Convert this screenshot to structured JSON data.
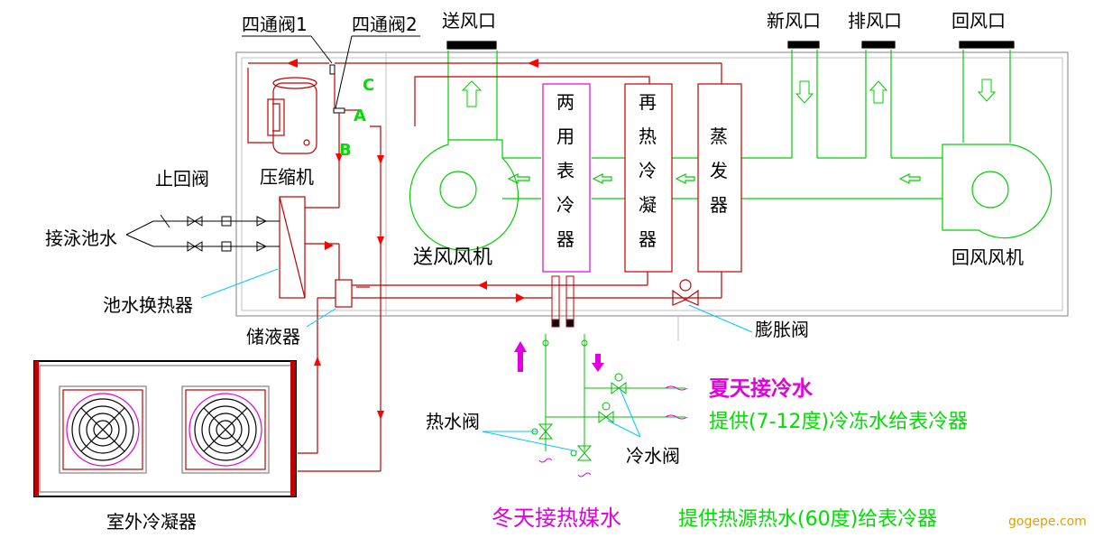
{
  "labels": {
    "valve1": "四通阀1",
    "valve2": "四通阀2",
    "supply_outlet": "送风口",
    "fresh_air_inlet": "新风口",
    "exhaust_outlet": "排风口",
    "return_inlet": "回风口",
    "port_c": "C",
    "port_a": "A",
    "port_b": "B",
    "compressor": "压缩机",
    "check_valve": "止回阀",
    "pool_water": "接泳池水",
    "pool_heat_exchanger": "池水换热器",
    "receiver": "储液器",
    "supply_fan": "送风风机",
    "return_fan": "回风风机",
    "expansion_valve": "膨胀阀",
    "dual_coil": [
      "两",
      "用",
      "表",
      "冷",
      "器"
    ],
    "reheat_condenser": [
      "再",
      "热",
      "冷",
      "凝",
      "器"
    ],
    "evaporator": [
      "蒸",
      "发",
      "器"
    ],
    "summer_cold_water": "夏天接冷水",
    "chilled_water_desc": "提供(7-12度)冷冻水给表冷器",
    "hot_water_valve": "热水阀",
    "cold_water_valve": "冷水阀",
    "winter_heat_water": "冬天接热媒水",
    "hot_water_desc": "提供热源热水(60度)给表冷器",
    "outdoor_condenser": "室外冷凝器",
    "watermark": "gogepe.com"
  },
  "colors": {
    "refrigerant_line": "#c00000",
    "air_path": "#00d000",
    "unit_outline": "#808080",
    "coil_pink": "#e000e0",
    "leader_cyan": "#00c8ff",
    "water_green": "#00c000",
    "arrow_red": "#ff0000"
  }
}
